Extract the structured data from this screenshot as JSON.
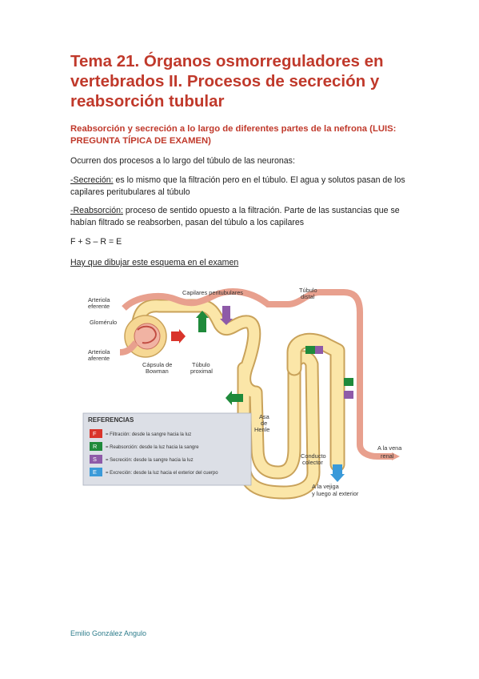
{
  "title": "Tema 21. Órganos osmorreguladores en vertebrados II. Procesos de secreción y reabsorción tubular",
  "subtitle": "Reabsorción y secreción a lo largo de diferentes partes de la nefrona (LUIS: PREGUNTA TÍPICA DE EXAMEN)",
  "intro": "Ocurren dos procesos a lo largo del túbulo de las neuronas:",
  "secrecion": {
    "label": "-Secreción:",
    "text": " es lo mismo que la filtración pero en el túbulo. El agua y solutos pasan de los capilares peritubulares al túbulo"
  },
  "reabsorcion": {
    "label": "-Reabsorción:",
    "text": " proceso de sentido opuesto a la filtración. Parte de las sustancias que se habían filtrado se reabsorben, pasan del túbulo a los capilares"
  },
  "formula": "F + S – R = E",
  "dibujo": "Hay que dibujar este esquema en el examen",
  "diagram": {
    "labels": {
      "arteriola_eferente": [
        "Arteriola",
        "eferente"
      ],
      "glomerulo": "Glomérulo",
      "arteriola_aferente": [
        "Arteriola",
        "aferente"
      ],
      "capilares": "Capilares peritubulares",
      "tubulo_distal": [
        "Túbulo",
        "distal"
      ],
      "capsula": [
        "Cápsula de",
        "Bowman"
      ],
      "tubulo_proximal": [
        "Túbulo",
        "proximal"
      ],
      "asa": [
        "Asa",
        "de",
        "Henle"
      ],
      "conducto": [
        "Conducto",
        "colector"
      ],
      "vena": [
        "A la vena",
        "renal"
      ],
      "vejiga": [
        "A la vejiga",
        "y luego al exterior"
      ]
    },
    "referencias": {
      "title": "REFERENCIAS",
      "items": [
        {
          "letter": "F",
          "color": "#d9342b",
          "text": "= Filtración: desde la sangre hacia la luz"
        },
        {
          "letter": "R",
          "color": "#1f8a3b",
          "text": "= Reabsorción: desde la luz hacia la sangre"
        },
        {
          "letter": "S",
          "color": "#8e5aa8",
          "text": "= Secreción: desde la sangre hacia la luz"
        },
        {
          "letter": "E",
          "color": "#3a9ad9",
          "text": "= Excreción: desde la luz hacia el exterior del cuerpo"
        }
      ]
    }
  },
  "footer": "Emilio González Angulo"
}
